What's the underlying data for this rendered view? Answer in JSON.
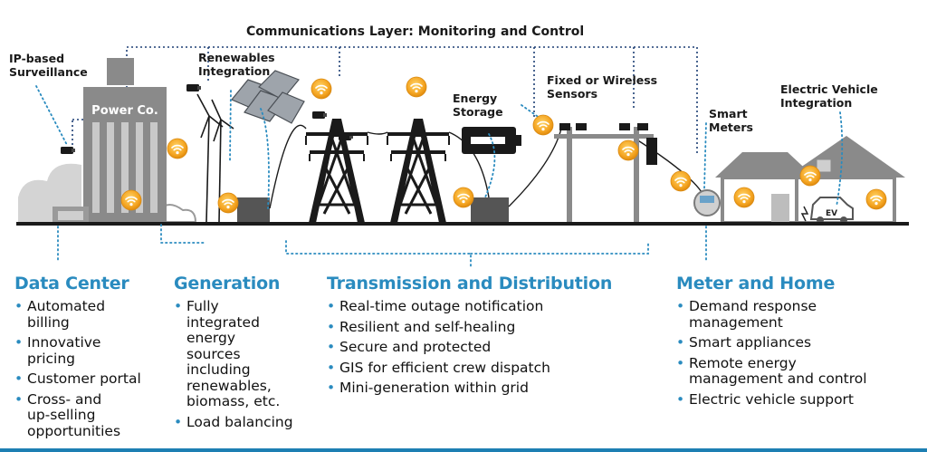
{
  "diagram_labels": {
    "comm_layer": "Communications Layer: Monitoring and Control",
    "surveillance": "IP-based\nSurveillance",
    "renewables": "Renewables\nIntegration",
    "power_co": "Power Co.",
    "energy_storage": "Energy\nStorage",
    "sensors": "Fixed or Wireless\nSensors",
    "smart_meters": "Smart\nMeters",
    "ev_integration": "Electric Vehicle\nIntegration",
    "ev_badge": "EV"
  },
  "colors": {
    "accent_blue": "#2a8bbf",
    "wifi_orange": "#f5a623",
    "structure_gray": "#8a8a8a",
    "dark": "#1a1a1a"
  },
  "sections": [
    {
      "title": "Data Center",
      "items": [
        "Automated\nbilling",
        "Innovative\npricing",
        "Customer portal",
        "Cross- and\nup-selling\nopportunities"
      ]
    },
    {
      "title": "Generation",
      "items": [
        "Fully\nintegrated\nenergy\nsources\nincluding\nrenewables,\nbiomass, etc.",
        "Load balancing"
      ]
    },
    {
      "title": "Transmission and Distribution",
      "items": [
        "Real-time outage notification",
        "Resilient and self-healing",
        "Secure and protected",
        "GIS for efficient crew dispatch",
        "Mini-generation within grid"
      ]
    },
    {
      "title": "Meter and Home",
      "items": [
        "Demand response\nmanagement",
        "Smart appliances",
        "Remote energy\nmanagement and control",
        "Electric vehicle support"
      ]
    }
  ]
}
